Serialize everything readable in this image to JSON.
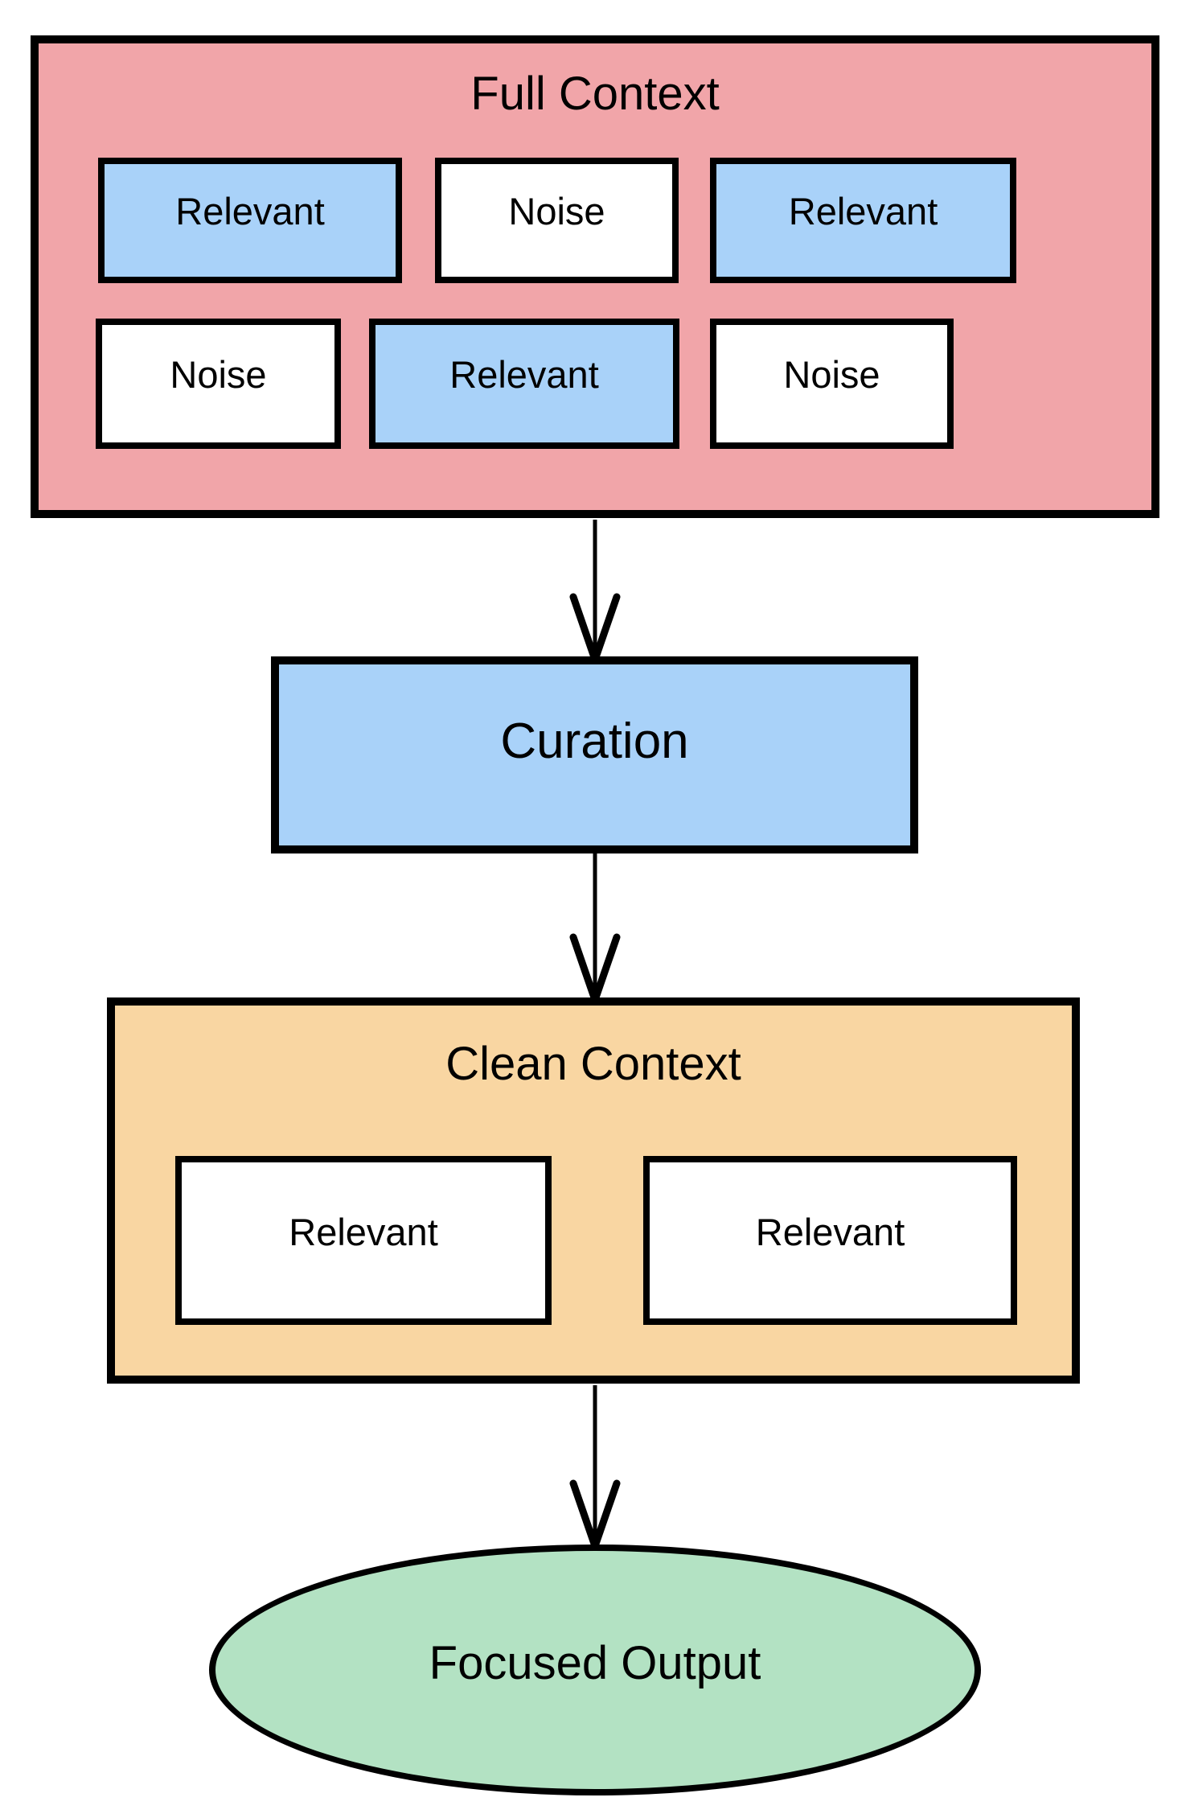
{
  "colors": {
    "pink": "#F1A5A9",
    "blue": "#A9D2F9",
    "tan": "#F9D6A2",
    "green": "#B3E2C3",
    "white": "#FFFFFF",
    "line": "#000000"
  },
  "full_context": {
    "title": "Full Context",
    "rows": [
      [
        {
          "label": "Relevant",
          "type": "relevant"
        },
        {
          "label": "Noise",
          "type": "noise"
        },
        {
          "label": "Relevant",
          "type": "relevant"
        }
      ],
      [
        {
          "label": "Noise",
          "type": "noise"
        },
        {
          "label": "Relevant",
          "type": "relevant"
        },
        {
          "label": "Noise",
          "type": "noise"
        }
      ]
    ]
  },
  "curation": {
    "label": "Curation"
  },
  "clean_context": {
    "title": "Clean Context",
    "items": [
      {
        "label": "Relevant",
        "type": "relevant"
      },
      {
        "label": "Relevant",
        "type": "relevant"
      }
    ]
  },
  "focused_output": {
    "label": "Focused Output"
  }
}
